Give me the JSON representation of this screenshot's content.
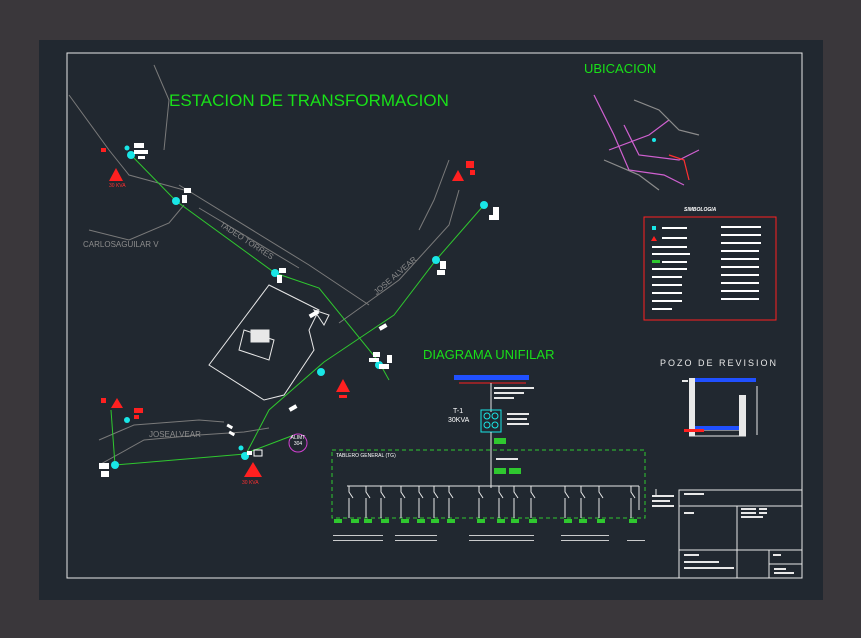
{
  "titles": {
    "main": "ESTACION DE TRANSFORMACION",
    "location": "UBICACION",
    "single_line": "DIAGRAMA UNIFILAR",
    "well": "POZO DE REVISION"
  },
  "streets": {
    "tadeo": "TADEO TORRES",
    "carlos": "CARLOSAGUILAR V",
    "jose_alvear_diag": "JOSE ALVEAR",
    "jose_alvear": "JOSEALVEAR"
  },
  "transformers": {
    "top_left": "30 KVA",
    "bottom": "30 KVA",
    "single_line_id": "T-1",
    "single_line_rating": "30KVA"
  },
  "panel": {
    "label": "TABLERO GENERAL (TG)"
  },
  "feeder": {
    "label": "ALIMT",
    "number": "304"
  },
  "legend": {
    "title": "SIMBOLOGIA"
  },
  "colors": {
    "background": "#3a373b",
    "drawing": "#212830",
    "primary_text": "#19e019",
    "feeder_line": "#2fc82f",
    "node": "#19e6e6",
    "alert": "#ff2020",
    "feeder_circle": "#d040d0"
  }
}
